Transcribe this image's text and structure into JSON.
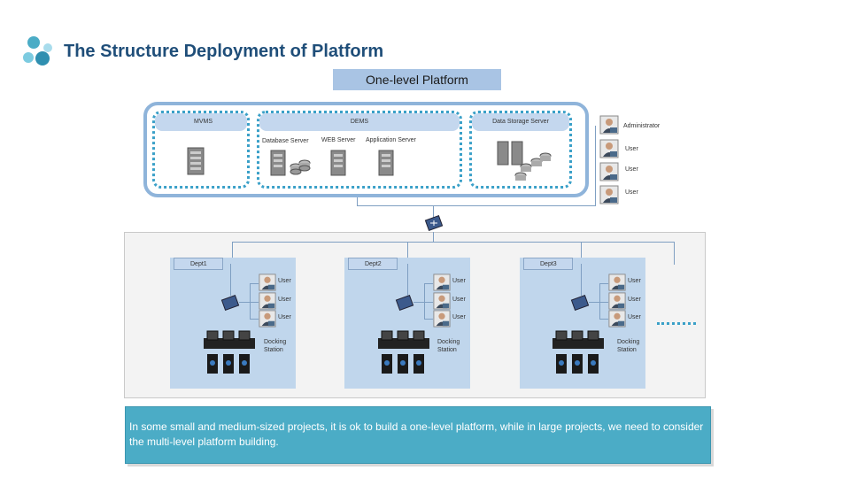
{
  "title": "The Structure Deployment of Platform",
  "platform_label": "One-level Platform",
  "top": {
    "mvms_label": "MVMS",
    "dems_label": "DEMS",
    "storage_label": "Data Storage Server",
    "database_server": "Database Server",
    "web_server": "WEB Server",
    "application_server": "Application Server",
    "administrator": "Administrator",
    "users": [
      "User",
      "User",
      "User"
    ]
  },
  "departments": [
    {
      "label": "Dept1",
      "users": [
        "User",
        "User",
        "User"
      ],
      "docking": "Docking Station"
    },
    {
      "label": "Dept2",
      "users": [
        "User",
        "User",
        "User"
      ],
      "docking": "Docking Station"
    },
    {
      "label": "Dept3",
      "users": [
        "User",
        "User",
        "User"
      ],
      "docking": "Docking Station"
    }
  ],
  "note": "In some small and medium-sized projects, it is ok to build a one-level platform, while in large projects, we need to consider the multi-level platform building.",
  "colors": {
    "accent": "#4bacc6",
    "frame": "#8fb4da",
    "dotted": "#3aa0c8",
    "dept_panel": "#c0d6ec",
    "title": "#1f4e79"
  }
}
